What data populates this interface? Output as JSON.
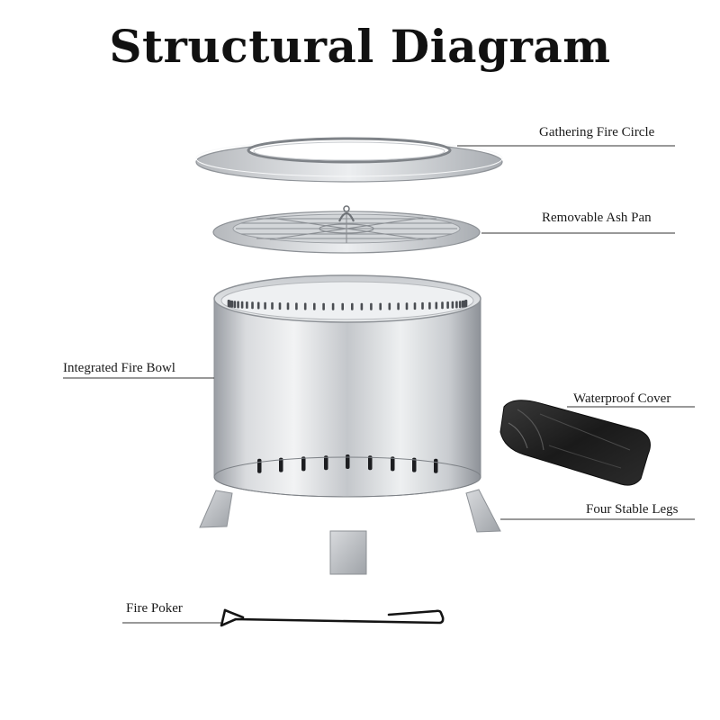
{
  "title": "Structural Diagram",
  "labels": {
    "gathering_fire_circle": "Gathering Fire Circle",
    "removable_ash_pan": "Removable Ash Pan",
    "integrated_fire_bowl": "Integrated Fire Bowl",
    "waterproof_cover": "Waterproof Cover",
    "four_stable_legs": "Four Stable Legs",
    "fire_poker": "Fire Poker"
  },
  "colors": {
    "steel_light": "#e6e7e9",
    "steel_mid": "#b9bcc0",
    "steel_dark": "#8c9096",
    "cover_black": "#1e1e1e",
    "leader_line": "#333333"
  }
}
